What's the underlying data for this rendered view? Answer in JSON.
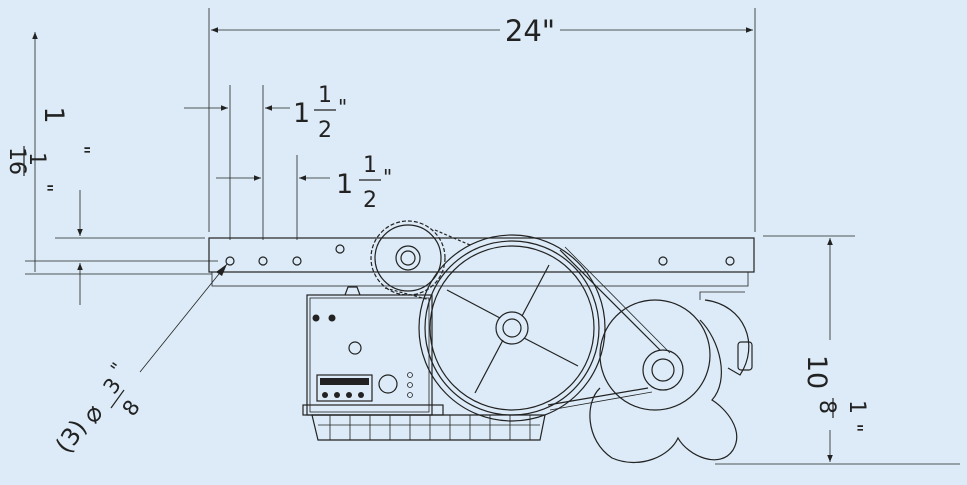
{
  "dimensions": {
    "overall_width": "24\"",
    "hole_spacing_1": {
      "whole": "1",
      "num": "1",
      "den": "2",
      "unit": "\""
    },
    "hole_spacing_2": {
      "whole": "1",
      "num": "1",
      "den": "2",
      "unit": "\""
    },
    "vertical_offset": {
      "whole": "1",
      "num": "1",
      "den": "16",
      "unit": "\""
    },
    "height": {
      "whole": "10",
      "num": "1",
      "den": "8",
      "unit": "\""
    },
    "hole_callout": {
      "prefix": "(3)",
      "symbol": "⌀",
      "num": "3",
      "den": "8",
      "unit": "\""
    }
  },
  "colors": {
    "background": "#dcebf7",
    "line": "#222222"
  }
}
